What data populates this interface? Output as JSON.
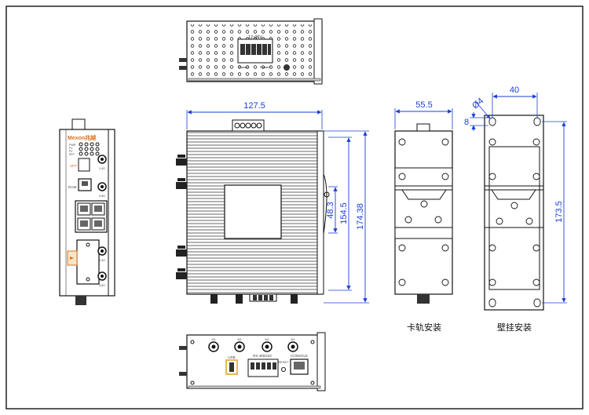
{
  "colors": {
    "dimension": "#1a3fd6",
    "outline": "#111111",
    "port_highlight": "#e0a020",
    "label_orange": "#e07020"
  },
  "front_view": {
    "brand": "Mexon兆越",
    "leds": [
      "PWR",
      "P1",
      "P2",
      "SFP"
    ],
    "sfp_label": "SFP",
    "rj45_label": "RJ45",
    "antenna_labels": [
      "2.4G",
      "5.8G",
      "2.4G",
      "5.8G"
    ]
  },
  "top_view": {
    "terminal_label": "12~36V",
    "terminal_sub_labels": [
      "Power1",
      "Power2"
    ]
  },
  "bottom_view": {
    "usb_label": "USB",
    "antenna_labels": [
      "5G",
      "5G",
      "5G",
      "5G"
    ],
    "serial_label": "RS 485/232",
    "reset_label": "RESET",
    "console_label": "CONSOLE"
  },
  "dimensions": {
    "width_main": "127.5",
    "height_main": "174.38",
    "height_inner": "154.5",
    "offset_rail": "48.3",
    "width_rail": "55.5",
    "wall_hole_spacing": "40",
    "wall_hole_diameter": "Ø4",
    "wall_hole_offset": "8",
    "wall_height": "173.5"
  },
  "captions": {
    "din_rail": "卡轨安装",
    "wall_mount": "壁挂安装"
  }
}
